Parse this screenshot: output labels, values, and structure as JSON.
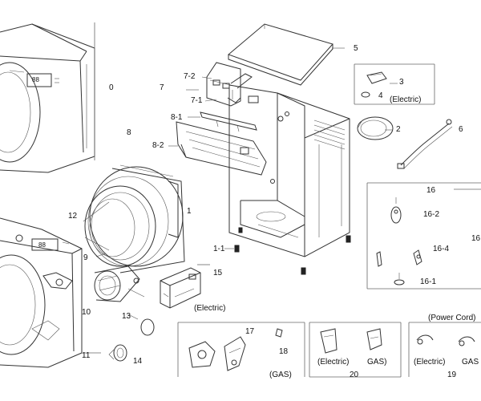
{
  "callouts": {
    "p0": "0",
    "p7": "7",
    "p7_2": "7-2",
    "p7_1": "7-1",
    "p8_1": "8-1",
    "p8": "8",
    "p8_2": "8-2",
    "p5": "5",
    "p3": "3",
    "p4": "4",
    "p2": "2",
    "p6": "6",
    "p16": "16",
    "p16_2": "16-2",
    "p16_4": "16-4",
    "p16_partial": "16",
    "p16_1": "16-1",
    "p12": "12",
    "p1": "1",
    "p1_1": "1-1",
    "p9": "9",
    "p15": "15",
    "p10": "10",
    "p13": "13",
    "p17": "17",
    "p18": "18",
    "p11": "11",
    "p14": "14",
    "p20": "20",
    "p19": "19"
  },
  "notes": {
    "electric_top": "(Electric)",
    "electric_15": "(Electric)",
    "gas_17": "(GAS)",
    "electric_20": "(Electric)",
    "gas_20": "GAS)",
    "power_cord": "(Power Cord)",
    "electric_19": "(Electric)",
    "gas_19": "GAS"
  },
  "display": {
    "control_panel_top": "88",
    "control_panel_bottom": "88"
  }
}
